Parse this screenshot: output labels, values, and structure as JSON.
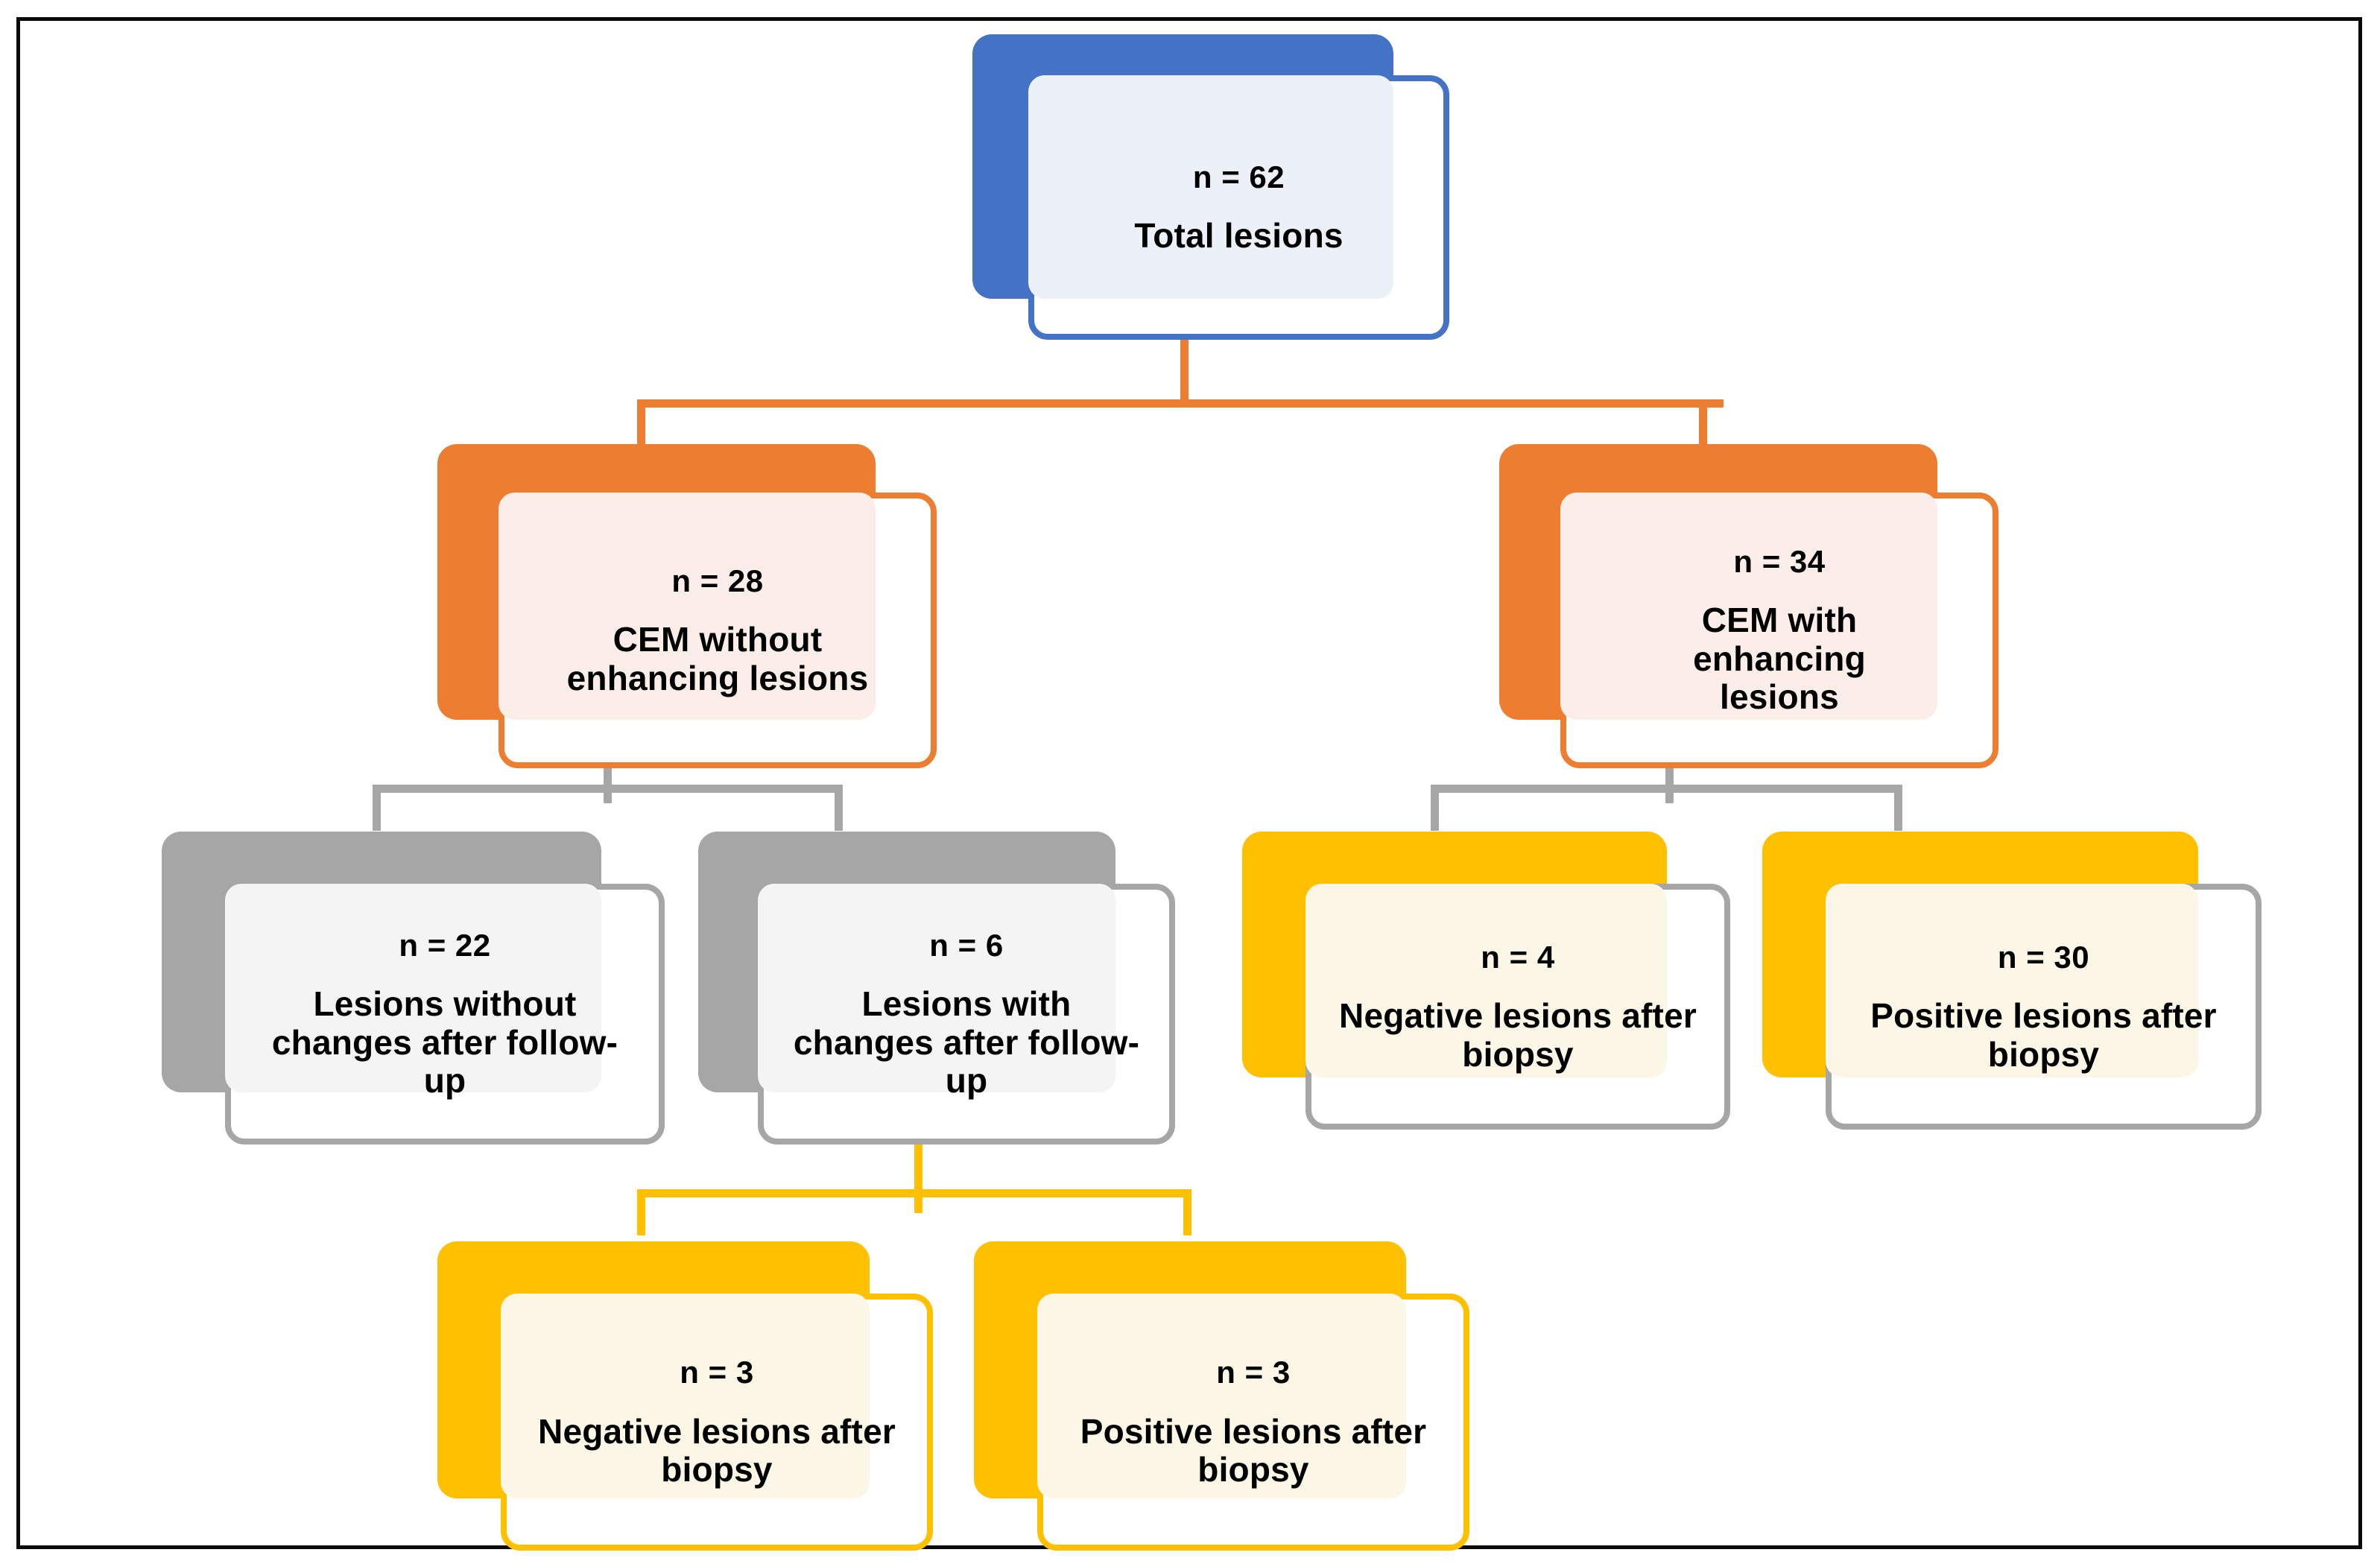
{
  "figure": {
    "type": "flowchart",
    "title": "",
    "frame_border_color": "#0a0a0a",
    "background": "#ffffff",
    "palette": {
      "blue": "#4472C4",
      "blue_fill": "#EBF0F9",
      "orange": "#ED7D31",
      "orange_fill": "#FBEEE8",
      "gray": "#A6A6A6",
      "gray_fill": "#F4F4F4",
      "gold": "#FFC000",
      "gold_fill": "#FBF6E5",
      "card_bg": "#FFFFFF",
      "text": "#000000"
    }
  },
  "nodes": {
    "total": {
      "n": "n = 62",
      "label": "Total lesions",
      "color": "blue"
    },
    "cem_without": {
      "n": "n = 28",
      "label": "CEM without enhancing lesions",
      "color": "orange"
    },
    "cem_with": {
      "n": "n = 34",
      "label": "CEM with enhancing lesions",
      "color": "orange"
    },
    "no_change": {
      "n": "n = 22",
      "label": "Lesions without changes after follow-up",
      "color": "gray"
    },
    "change": {
      "n": "n = 6",
      "label": "Lesions with changes after follow-up",
      "color": "gray"
    },
    "neg_right": {
      "n": "n = 4",
      "label": "Negative lesions after biopsy",
      "color": "gold"
    },
    "pos_right": {
      "n": "n = 30",
      "label": "Positive lesions after biopsy",
      "color": "gold"
    },
    "neg_bottom": {
      "n": "n = 3",
      "label": "Negative lesions after biopsy",
      "color": "gold"
    },
    "pos_bottom": {
      "n": "n = 3",
      "label": "Positive lesions after biopsy",
      "color": "gold"
    }
  },
  "connectors": [
    {
      "name": "total-to-cem",
      "color": "#ED7D31",
      "from": "total",
      "to": [
        "cem_without",
        "cem_with"
      ]
    },
    {
      "name": "cem-without-to-followup",
      "color": "#A6A6A6",
      "from": "cem_without",
      "to": [
        "no_change",
        "change"
      ]
    },
    {
      "name": "cem-with-to-biopsy",
      "color": "#A6A6A6",
      "from": "cem_with",
      "to": [
        "neg_right",
        "pos_right"
      ]
    },
    {
      "name": "change-to-biopsy",
      "color": "#FFC000",
      "from": "change",
      "to": [
        "neg_bottom",
        "pos_bottom"
      ]
    }
  ],
  "chart_data": {
    "type": "table",
    "title": "Lesion flow by CEM enhancement and biopsy outcome",
    "categories": [
      "Total lesions",
      "CEM without enhancing lesions",
      "CEM with enhancing lesions",
      "Lesions without changes after follow-up",
      "Lesions with changes after follow-up",
      "Negative lesions after biopsy (from CEM with enhancing)",
      "Positive lesions after biopsy (from CEM with enhancing)",
      "Negative lesions after biopsy (from lesions with changes)",
      "Positive lesions after biopsy (from lesions with changes)"
    ],
    "values": [
      62,
      28,
      34,
      22,
      6,
      4,
      30,
      3,
      3
    ]
  }
}
